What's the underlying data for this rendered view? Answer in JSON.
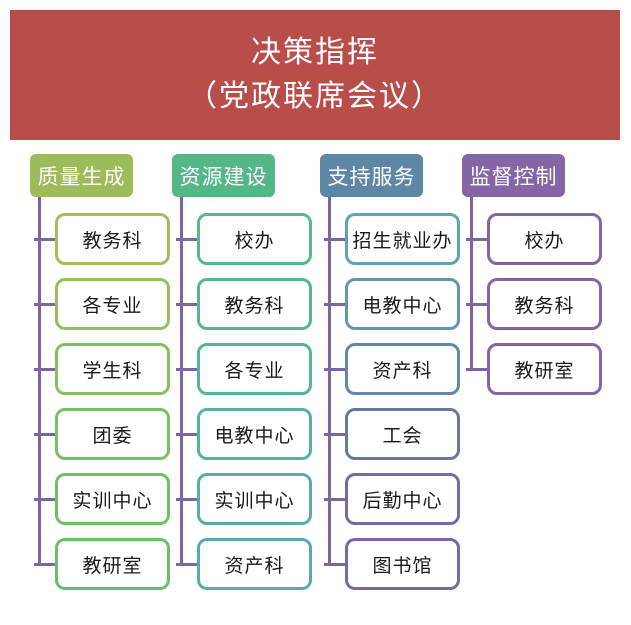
{
  "banner": {
    "title_line1": "决策指挥",
    "title_line2": "（党政联席会议）",
    "bg": "#B94D4A"
  },
  "connector": {
    "color": "#7C64A5"
  },
  "columns": [
    {
      "header": "质量生成",
      "color": "#9CBB59",
      "items": [
        {
          "label": "教务科",
          "border": "#9DC05F"
        },
        {
          "label": "各专业",
          "border": "#93C05E"
        },
        {
          "label": "学生科",
          "border": "#86C05E"
        },
        {
          "label": "团委",
          "border": "#79C160"
        },
        {
          "label": "实训中心",
          "border": "#6DC164"
        },
        {
          "label": "教研室",
          "border": "#65C16A"
        }
      ]
    },
    {
      "header": "资源建设",
      "color": "#54B787",
      "items": [
        {
          "label": "校办",
          "border": "#55BB85"
        },
        {
          "label": "教务科",
          "border": "#54B88E"
        },
        {
          "label": "各专业",
          "border": "#54B497"
        },
        {
          "label": "电教中心",
          "border": "#55B1A0"
        },
        {
          "label": "实训中心",
          "border": "#56AEAA"
        },
        {
          "label": "资产科",
          "border": "#57AAB2"
        }
      ]
    },
    {
      "header": "支持服务",
      "color": "#5E87A5",
      "items": [
        {
          "label": "招生就业办",
          "border": "#5CA4BC"
        },
        {
          "label": "电教中心",
          "border": "#5F97B3"
        },
        {
          "label": "资产科",
          "border": "#6288AA"
        },
        {
          "label": "工会",
          "border": "#66789F"
        },
        {
          "label": "后勤中心",
          "border": "#6E6EA4"
        },
        {
          "label": "图书馆",
          "border": "#7A67A7"
        }
      ]
    },
    {
      "header": "监督控制",
      "color": "#8466A6",
      "items": [
        {
          "label": "校办",
          "border": "#8365A6"
        },
        {
          "label": "教务科",
          "border": "#8365A6"
        },
        {
          "label": "教研室",
          "border": "#8365A6"
        }
      ]
    }
  ]
}
